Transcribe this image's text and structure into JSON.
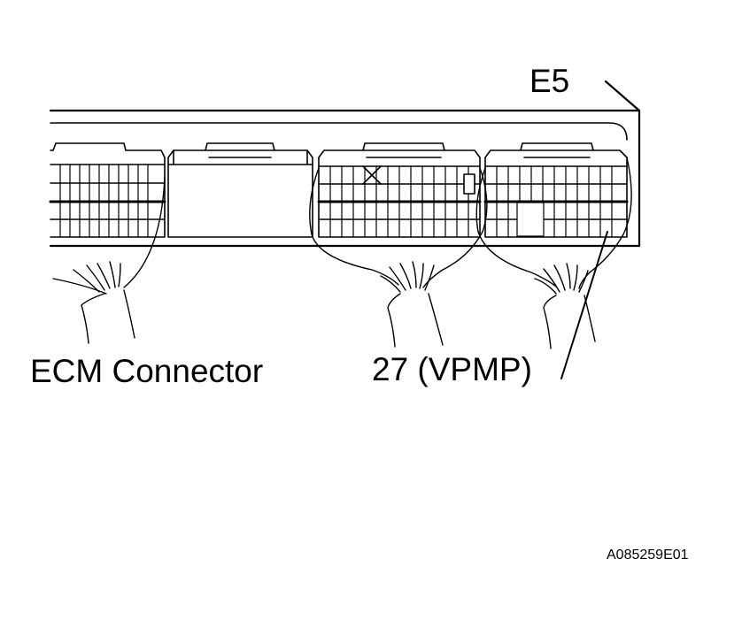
{
  "labels": {
    "connector_id": "E5",
    "connector_name": "ECM Connector",
    "terminal": "27 (VPMP)",
    "figure_code": "A085259E01"
  },
  "colors": {
    "line": "#000000",
    "background": "#ffffff"
  }
}
